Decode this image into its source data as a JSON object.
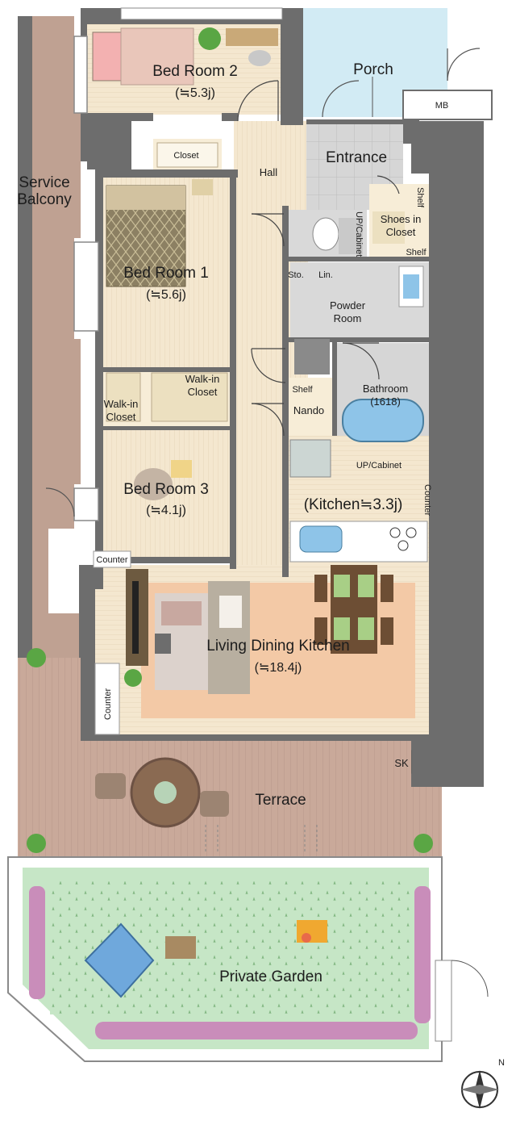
{
  "labels": {
    "bed_room_2": "Bed Room 2",
    "bed_room_2_size": "(≒5.3j)",
    "porch": "Porch",
    "mb": "MB",
    "closet": "Closet",
    "hall": "Hall",
    "entrance": "Entrance",
    "service_balcony_1": "Service",
    "service_balcony_2": "Balcony",
    "bed_room_1": "Bed Room 1",
    "bed_room_1_size": "(≒5.6j)",
    "up_cabinet_vertical": "UP/Cabinet",
    "shoes_in_closet_1": "Shoes in",
    "shoes_in_closet_2": "Closet",
    "shelf": "Shelf",
    "sto": "Sto.",
    "lin": "Lin.",
    "powder_room_1": "Powder",
    "powder_room_2": "Room",
    "walk_in_closet_1": "Walk-in",
    "walk_in_closet_2": "Closet",
    "bathroom": "Bathroom",
    "bathroom_size": "(1618)",
    "nando": "Nando",
    "up_cabinet": "UP/Cabinet",
    "bed_room_3": "Bed Room 3",
    "bed_room_3_size": "(≒4.1j)",
    "kitchen": "(Kitchen≒3.3j)",
    "counter": "Counter",
    "ldk": "Living Dining Kitchen",
    "ldk_size": "(≒18.4j)",
    "sk": "SK",
    "terrace": "Terrace",
    "private_garden": "Private Garden",
    "north": "N"
  },
  "colors": {
    "wall": "#6d6d6d",
    "floor_wood": "#f4e7cf",
    "floor_tile": "#d6d6d6",
    "porch": "#d2ebf4",
    "deck": "#c9a99a",
    "balcony": "#bfa192",
    "garden": "#c6e6c6",
    "rug": "#f3c9a6"
  }
}
